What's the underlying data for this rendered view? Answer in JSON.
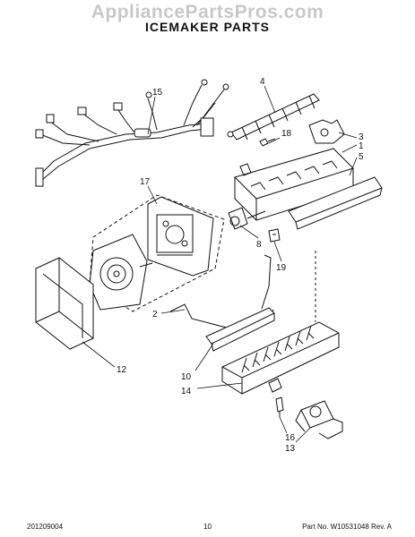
{
  "watermark": "AppliancePartsPros.com",
  "title": "ICEMAKER PARTS",
  "callouts": {
    "p1": "1",
    "p2": "2",
    "p3": "3",
    "p4": "4",
    "p5": "5",
    "p8": "8",
    "p10": "10",
    "p12": "12",
    "p13": "13",
    "p14": "14",
    "p15": "15",
    "p16": "16",
    "p17": "17",
    "p18": "18",
    "p19": "19"
  },
  "footer": {
    "code": "201209004",
    "page": "10",
    "part": "Part No. W10531048  Rev. A"
  }
}
